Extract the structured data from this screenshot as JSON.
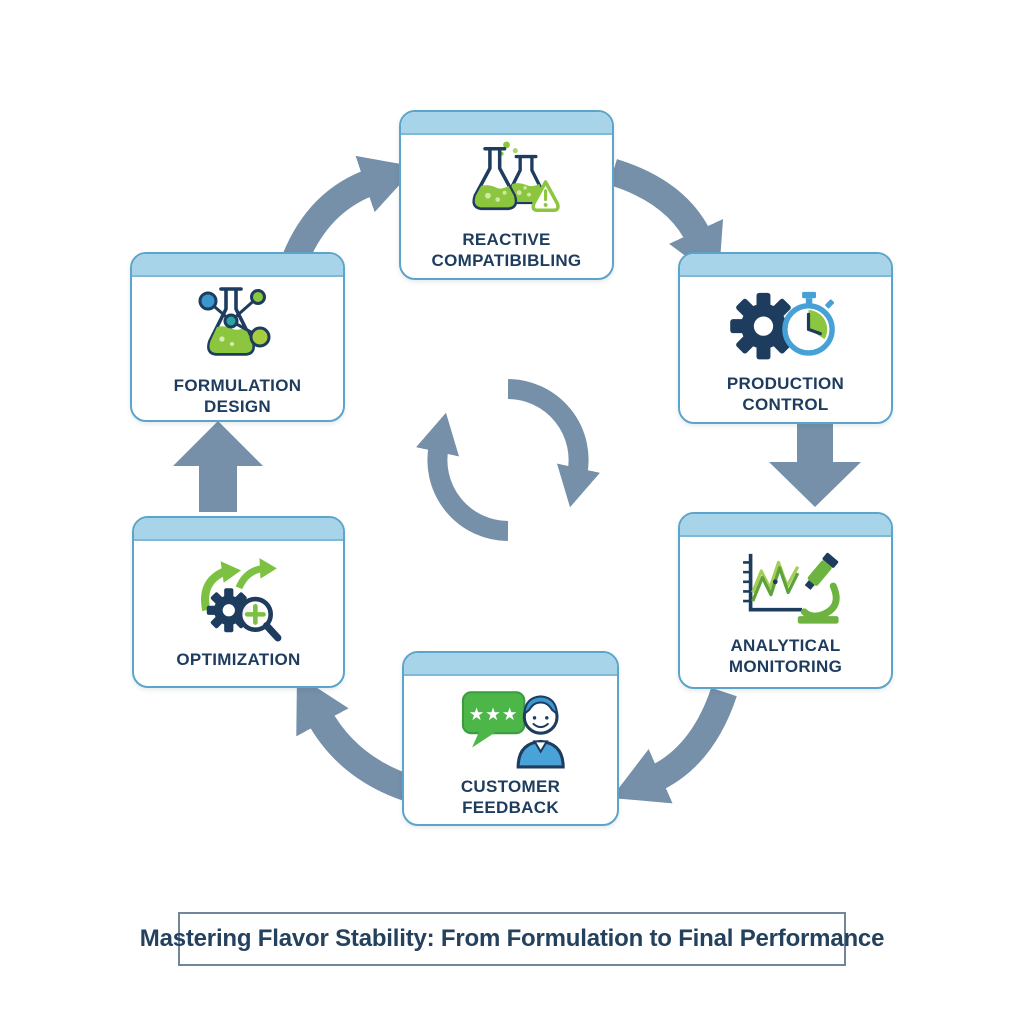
{
  "title": {
    "text": "Mastering Flavor Stability: From Formulation to Final Performance"
  },
  "colors": {
    "background": "#ffffff",
    "box_header_blue": "#a8d4ea",
    "box_border_blue": "#5ca4c9",
    "text_navy": "#1d3c5e",
    "arrow_slate": "#7590a8",
    "accent_green": "#8cc63f",
    "accent_blue": "#3b97cf",
    "accent_teal": "#2ba3a0",
    "title_border_gray": "#72869a"
  },
  "cycle": {
    "direction": "clockwise",
    "center_icon": "cycle-arrows-icon",
    "steps": [
      {
        "id": "reactive-compatibility",
        "label": "REACTIVE\nCOMPATIBIBLING",
        "icon": "flasks-warning-icon"
      },
      {
        "id": "production-control",
        "label": "PRODUCTION\nCONTROL",
        "icon": "gear-stopwatch-icon"
      },
      {
        "id": "analytical-monitoring",
        "label": "ANALYTICAL\nMONITORING",
        "icon": "chart-microscope-icon"
      },
      {
        "id": "customer-feedback",
        "label": "CUSTOMER\nFEEDBACK",
        "icon": "review-person-icon"
      },
      {
        "id": "optimization",
        "label": "OPTIMIZATION",
        "icon": "gear-magnifier-arrows-icon"
      },
      {
        "id": "formulation-design",
        "label": "FORMULATION\nDESIGN",
        "icon": "flask-molecule-icon"
      }
    ]
  }
}
